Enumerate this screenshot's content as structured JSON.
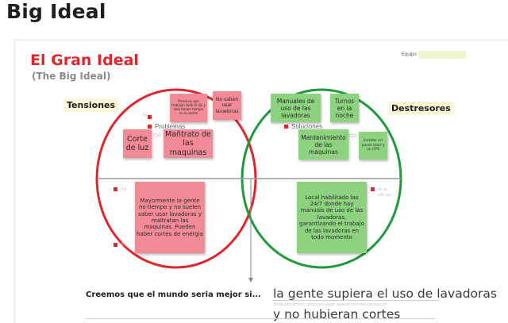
{
  "page_title": "Big Ideal",
  "board": {
    "title": "El Gran Ideal",
    "subtitle": "(The Big Ideal)",
    "team_label": "Equipo",
    "colors": {
      "accent_red": "#e0262d",
      "accent_green": "#1f9a3a",
      "note_pink": "#f28a97",
      "note_green": "#8dd37f"
    }
  },
  "left": {
    "heading": "Tensiones",
    "problems_label": "Problemas",
    "faint_texts": [
      "N",
      "Dif",
      "Pe",
      "Pe"
    ]
  },
  "right": {
    "heading": "Destresores",
    "solutions_label": "Soluciones",
    "faint_texts": [
      "esta",
      "en qu",
      "edo aqu"
    ]
  },
  "notes": {
    "pink_top_1": "Personas que trabajan todo el día y solo tienen tiempo en la noche",
    "pink_top_2": "No saben usar lavadoras",
    "pink_mid_1": "Corte de luz",
    "pink_mid_2": "Mañtrato de las maquinas",
    "pink_big": "Mayormente la gente no tiempo y no suelen saber usar lavadoras y maltratan las maquinas. Pueden haber cortes de energia",
    "green_top_1": "Manuales de uso de las lavadoras",
    "green_top_2": "Turnos en la noche",
    "green_mid_1": "Mantenimiento de las maquinas",
    "green_mid_2": "Instalar un panel solar y un UPS",
    "green_big": "Local habilitado las 24/7 donde hay manuals de uso de las lavadoras, garantizando el trabajo de las lavadoras en todo momento"
  },
  "statement": {
    "question": "Creemos que el mundo seria mejor si...",
    "answer": "la gente supiera el uso de lavadoras y no hubieran cortes",
    "hint": "Relaciona ambos lados para poder generar una sola declaración"
  }
}
